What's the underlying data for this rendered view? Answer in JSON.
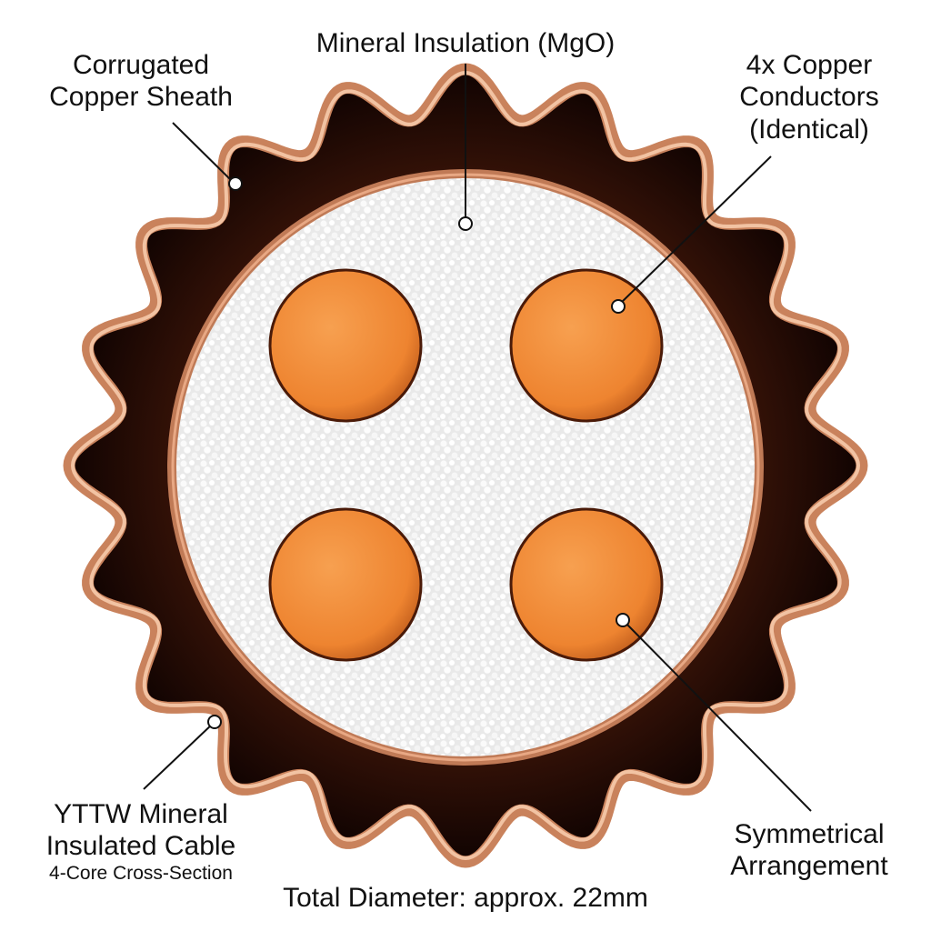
{
  "labels": {
    "sheath": [
      "Corrugated",
      "Copper Sheath"
    ],
    "insulation": "Mineral Insulation (MgO)",
    "conductors": [
      "4x Copper",
      "Conductors",
      "(Identical)"
    ],
    "arrangement": [
      "Symmetrical",
      "Arrangement"
    ],
    "cable_title": [
      "YTTW Mineral",
      "Insulated Cable"
    ],
    "cable_subtitle": "4-Core Cross-Section",
    "diameter": "Total Diameter: approx. 22mm"
  },
  "colors": {
    "sheath_outer": "#c9825c",
    "sheath_light": "#f2c3a3",
    "sheath_gap": "#1a0804",
    "inner_tube": "#c07a56",
    "mgo_fill": "#ededed",
    "mgo_grain": "#ffffff",
    "conductor": "#f08a34",
    "conductor_dark": "#b8561c",
    "leader": "#111111"
  }
}
